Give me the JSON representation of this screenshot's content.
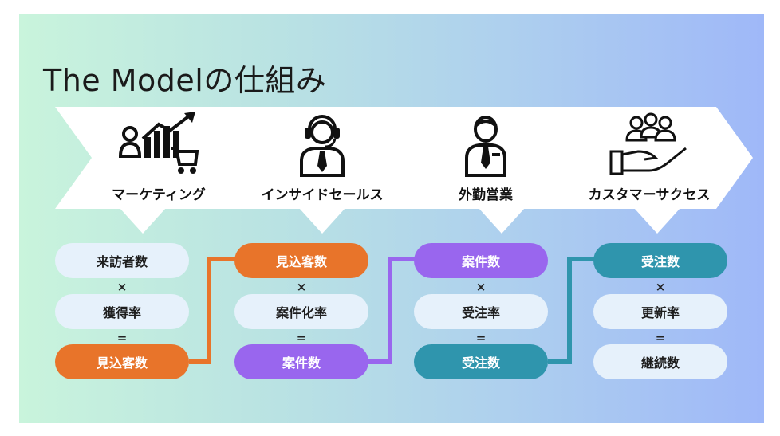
{
  "title": "The Modelの仕組み",
  "operators": {
    "times": "×",
    "equals": "="
  },
  "colors": {
    "orange": "#e8742a",
    "purple": "#9966ee",
    "teal": "#2f95ad",
    "light": "#e6f1fb"
  },
  "stages": [
    {
      "label": "マーケティング",
      "icon": "marketing-icon",
      "cells": [
        {
          "text": "来訪者数",
          "style": "light"
        },
        {
          "text": "獲得率",
          "style": "light"
        },
        {
          "text": "見込客数",
          "style": "orange"
        }
      ]
    },
    {
      "label": "インサイドセールス",
      "icon": "headset-person-icon",
      "cells": [
        {
          "text": "見込客数",
          "style": "orange"
        },
        {
          "text": "案件化率",
          "style": "light"
        },
        {
          "text": "案件数",
          "style": "purple"
        }
      ]
    },
    {
      "label": "外勤営業",
      "icon": "salesperson-icon",
      "cells": [
        {
          "text": "案件数",
          "style": "purple"
        },
        {
          "text": "受注率",
          "style": "light"
        },
        {
          "text": "受注数",
          "style": "teal"
        }
      ]
    },
    {
      "label": "カスタマーサクセス",
      "icon": "customer-care-icon",
      "cells": [
        {
          "text": "受注数",
          "style": "teal"
        },
        {
          "text": "更新率",
          "style": "light"
        },
        {
          "text": "継続数",
          "style": "light"
        }
      ]
    }
  ]
}
